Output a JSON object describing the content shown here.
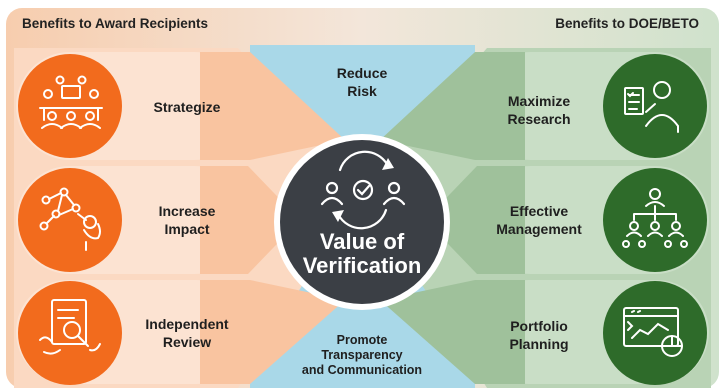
{
  "headers": {
    "left": "Benefits to Award Recipients",
    "right": "Benefits to DOE/BETO"
  },
  "center": {
    "title_lines": [
      "Value of",
      "Verification"
    ]
  },
  "top_label": {
    "lines": [
      "Reduce",
      "Risk"
    ]
  },
  "bottom_label": {
    "lines": [
      "Promote",
      "Transparency",
      "and Communication"
    ]
  },
  "left_items": [
    {
      "lines": [
        "Strategize"
      ],
      "icon": "team-meeting-icon"
    },
    {
      "lines": [
        "Increase",
        "Impact"
      ],
      "icon": "network-pointer-icon"
    },
    {
      "lines": [
        "Independent",
        "Review"
      ],
      "icon": "document-magnifier-icon"
    }
  ],
  "right_items": [
    {
      "lines": [
        "Maximize",
        "Research"
      ],
      "icon": "researcher-checklist-icon"
    },
    {
      "lines": [
        "Effective",
        "Management"
      ],
      "icon": "org-chart-icon"
    },
    {
      "lines": [
        "Portfolio",
        "Planning"
      ],
      "icon": "analytics-dashboard-icon"
    }
  ],
  "colors": {
    "orange": "#F26B1D",
    "peach": "#F9C9A8",
    "peach_light": "#FCE3D2",
    "green_dark": "#2E6B2A",
    "green_mid": "#8FB58C",
    "green_light": "#C9DEC6",
    "blue": "#A9D8E8",
    "center_dark": "#3B3F45"
  }
}
